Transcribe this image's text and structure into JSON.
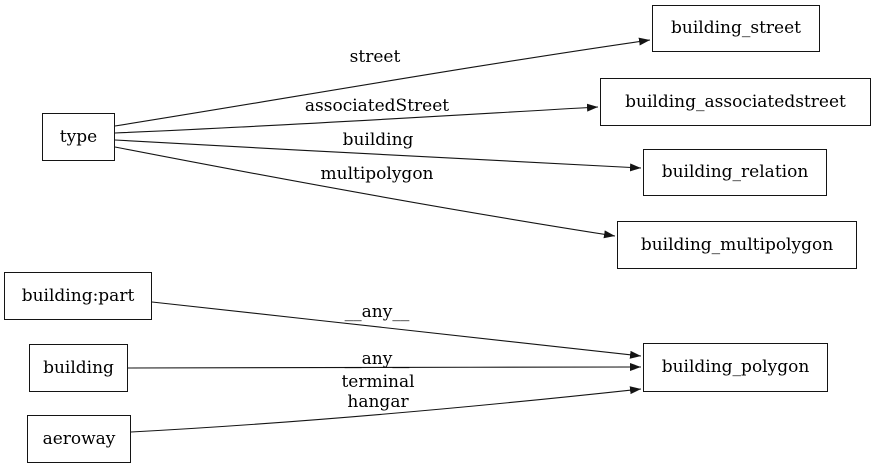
{
  "diagram": {
    "colors": {
      "background": "#ffffff",
      "node_border": "#141414",
      "edge": "#141414",
      "text": "#000000"
    },
    "nodes": {
      "type": {
        "label": "type"
      },
      "building_part": {
        "label": "building:part"
      },
      "building": {
        "label": "building"
      },
      "aeroway": {
        "label": "aeroway"
      },
      "building_street": {
        "label": "building_street"
      },
      "building_associatedstreet": {
        "label": "building_associatedstreet"
      },
      "building_relation": {
        "label": "building_relation"
      },
      "building_multipolygon": {
        "label": "building_multipolygon"
      },
      "building_polygon": {
        "label": "building_polygon"
      }
    },
    "edges": [
      {
        "from": "type",
        "to": "building_street",
        "label": "street"
      },
      {
        "from": "type",
        "to": "building_associatedstreet",
        "label": "associatedStreet"
      },
      {
        "from": "type",
        "to": "building_relation",
        "label": "building"
      },
      {
        "from": "type",
        "to": "building_multipolygon",
        "label": "multipolygon"
      },
      {
        "from": "building:part",
        "to": "building_polygon",
        "label": "__any__"
      },
      {
        "from": "building",
        "to": "building_polygon",
        "label": "__any__"
      },
      {
        "from": "aeroway",
        "to": "building_polygon",
        "label": "terminal\nhangar"
      }
    ]
  }
}
